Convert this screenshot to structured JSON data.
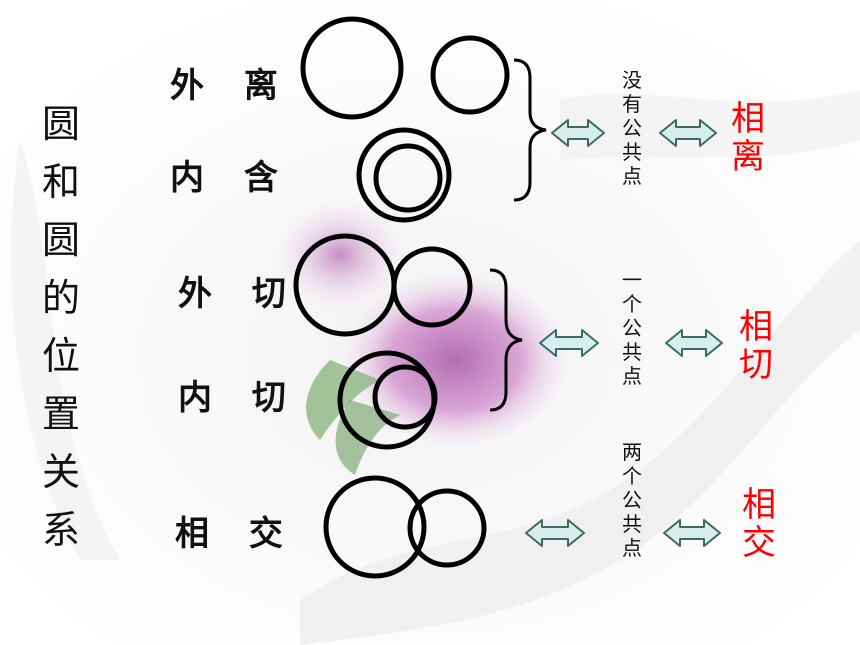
{
  "title": "圆和圆的位置关系",
  "labels": {
    "external_separate": "外 离",
    "internal_contain": "内 含",
    "external_tangent": "外 切",
    "internal_tangent": "内 切",
    "intersect": "相 交"
  },
  "common_points": {
    "none": "没有公共点",
    "one": "一个公共点",
    "two": "两个公共点"
  },
  "results": {
    "separate": "相离",
    "tangent": "相切",
    "intersect": "相交"
  },
  "colors": {
    "result_text": "#ff0000",
    "arrow_fill": "#d6eeec",
    "arrow_stroke": "#3d6a66",
    "rose": "#c98bc6"
  }
}
